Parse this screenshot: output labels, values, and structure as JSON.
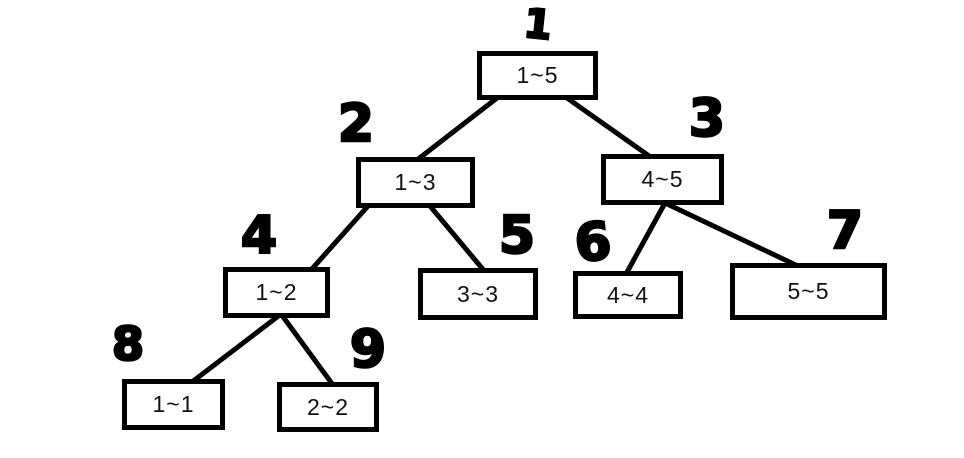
{
  "diagram": {
    "background_color": "#ffffff",
    "stroke_color": "#000000",
    "nodes": [
      {
        "index": "1",
        "range": "1~5"
      },
      {
        "index": "2",
        "range": "1~3"
      },
      {
        "index": "3",
        "range": "4~5"
      },
      {
        "index": "4",
        "range": "1~2"
      },
      {
        "index": "5",
        "range": "3~3"
      },
      {
        "index": "6",
        "range": "4~4"
      },
      {
        "index": "7",
        "range": "5~5"
      },
      {
        "index": "8",
        "range": "1~1"
      },
      {
        "index": "9",
        "range": "2~2"
      }
    ],
    "edges": [
      {
        "from": "1",
        "to": "2"
      },
      {
        "from": "1",
        "to": "3"
      },
      {
        "from": "2",
        "to": "4"
      },
      {
        "from": "2",
        "to": "5"
      },
      {
        "from": "3",
        "to": "6"
      },
      {
        "from": "3",
        "to": "7"
      },
      {
        "from": "4",
        "to": "8"
      },
      {
        "from": "4",
        "to": "9"
      }
    ]
  }
}
